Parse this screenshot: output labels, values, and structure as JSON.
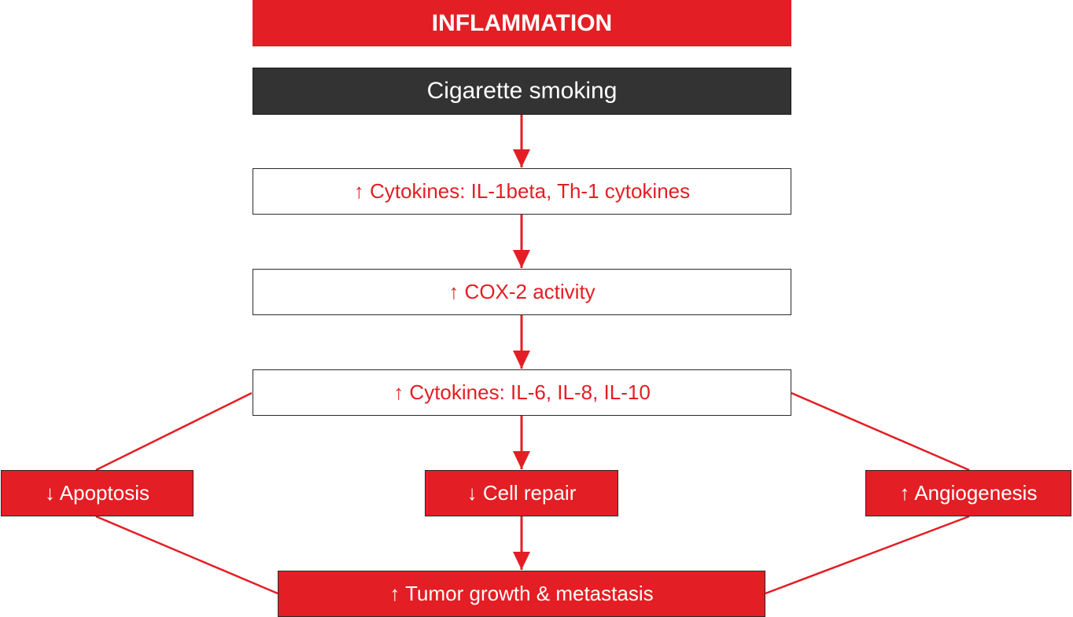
{
  "title": "INFLAMMATION",
  "colors": {
    "accent": "#e31e24",
    "dark": "#333333",
    "line": "#e31e24"
  },
  "nodes": {
    "smoking": "Cigarette smoking",
    "cytokines_il1": "↑ Cytokines: IL-1beta, Th-1 cytokines",
    "cox2": "↑ COX-2 activity",
    "cytokines_il6": "↑ Cytokines: IL-6, IL-8, IL-10",
    "apoptosis": "↓ Apoptosis",
    "cell_repair": "↓ Cell repair",
    "angiogenesis": "↑ Angiogenesis",
    "tumor": "↑ Tumor growth & metastasis"
  }
}
